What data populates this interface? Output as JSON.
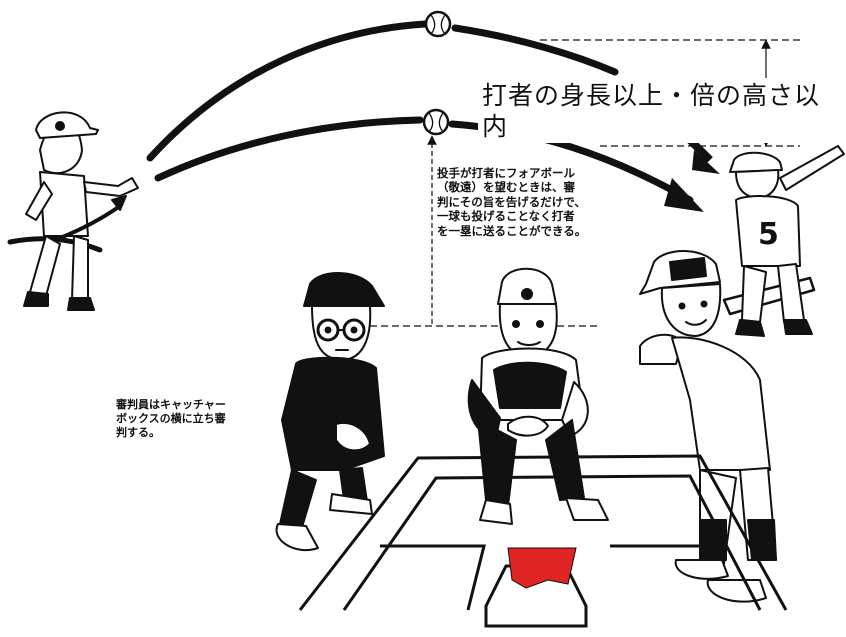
{
  "captions": {
    "height_rule": "打者の身長以上・倍の高さ以内",
    "walk_rule": "投手が打者にフォアボール\n（敬遠）を望むときは、審\n判にその旨を告げるだけで、\n一球も投げることなく打者\nを一塁に送ることができる。",
    "umpire_position": "審判員はキャッチャー\nボックスの横に立ち審\n判する。"
  },
  "figures": [
    {
      "name": "pitcher",
      "icon": "pitcher-figure"
    },
    {
      "name": "umpire",
      "icon": "umpire-figure"
    },
    {
      "name": "catcher",
      "icon": "catcher-figure"
    },
    {
      "name": "batter",
      "icon": "batter-figure"
    },
    {
      "name": "batter-inset",
      "icon": "small-batter-figure",
      "jersey_number": "5"
    }
  ],
  "colors": {
    "ink": "#111111",
    "home_plate": "#e02424",
    "background": "#ffffff"
  }
}
